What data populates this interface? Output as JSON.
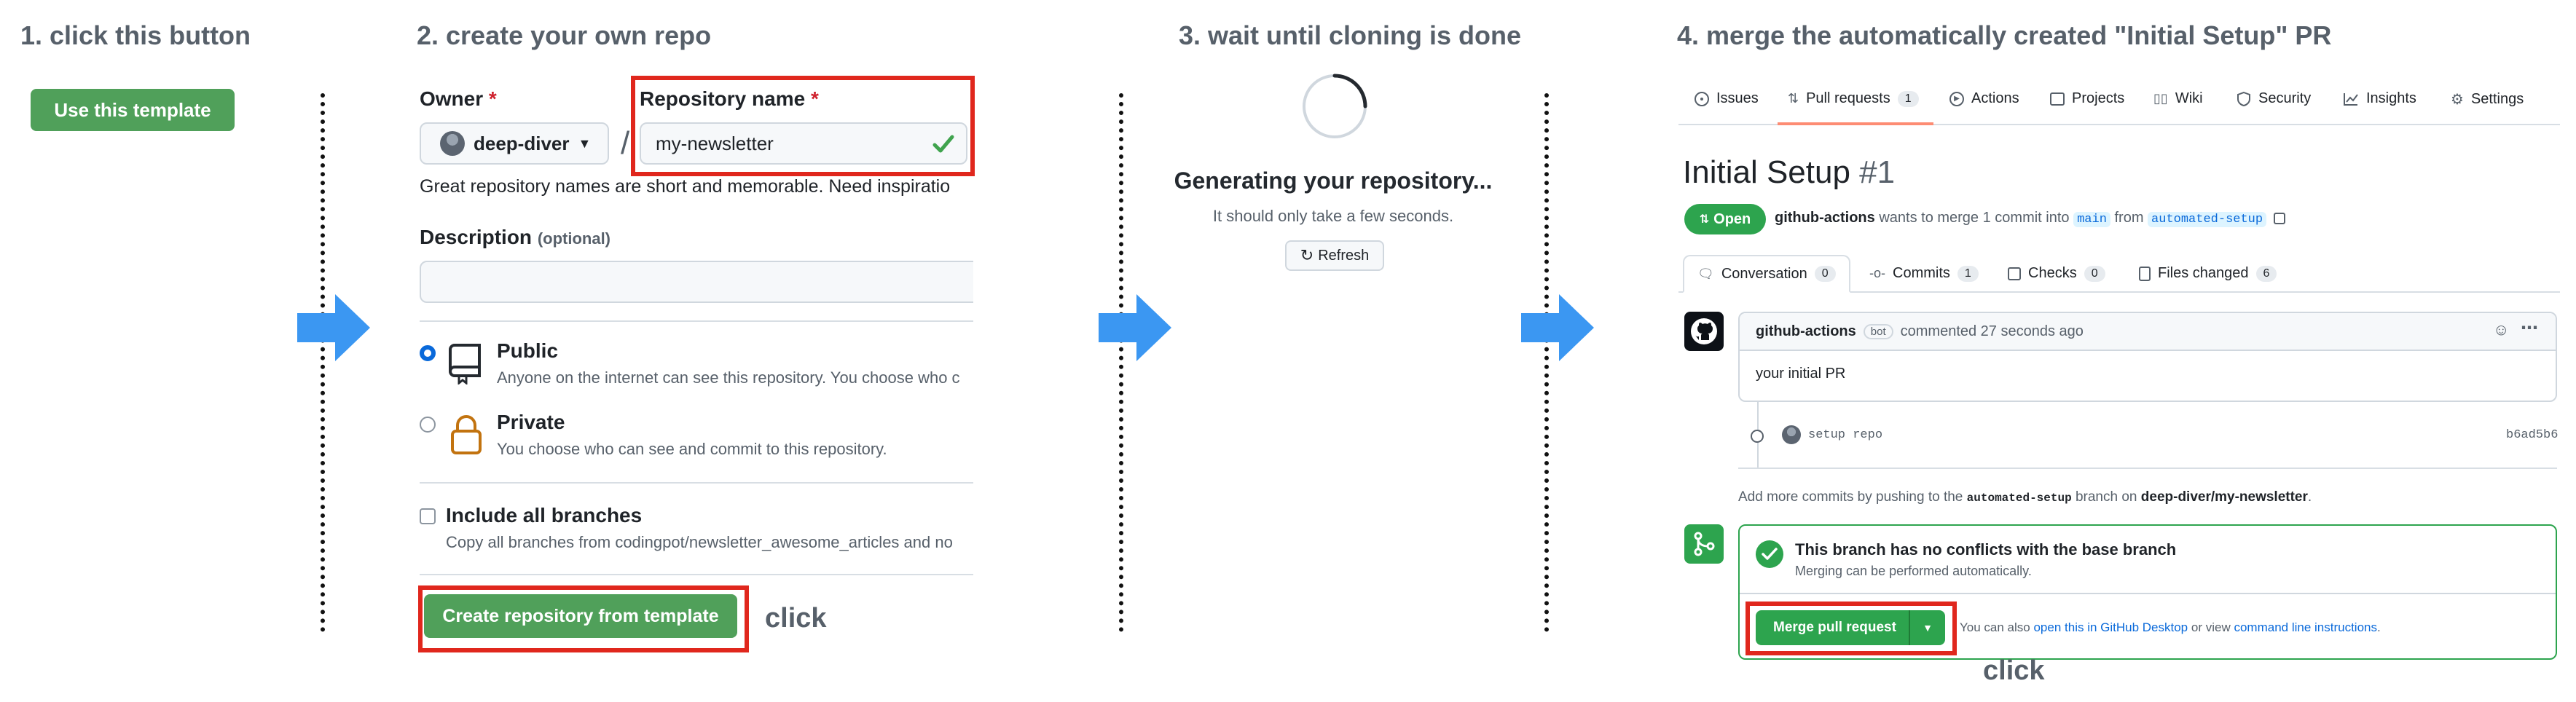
{
  "colors": {
    "accent_green": "#50a05a",
    "red_box": "#e0271d",
    "arrow_blue": "#3b97f2",
    "link_blue": "#0969da",
    "required_red": "#cf222e"
  },
  "steps": [
    {
      "title": "1. click this button"
    },
    {
      "title": "2. create your own repo"
    },
    {
      "title": "3. wait until cloning is done"
    },
    {
      "title": "4. merge the automatically created \"Initial Setup\" PR"
    }
  ],
  "step1": {
    "button_label": "Use this template"
  },
  "step2": {
    "owner_label": "Owner",
    "required_mark": "*",
    "owner_value": "deep-diver",
    "slash": "/",
    "repo_label": "Repository name",
    "repo_value": "my-newsletter",
    "repo_hint": "Great repository names are short and memorable. Need inspiratio",
    "description_label": "Description",
    "description_optional": "(optional)",
    "public_label": "Public",
    "public_desc": "Anyone on the internet can see this repository. You choose who c",
    "private_label": "Private",
    "private_desc": "You choose who can see and commit to this repository.",
    "branches_label": "Include all branches",
    "branches_desc": "Copy all branches from codingpot/newsletter_awesome_articles and no",
    "create_button": "Create repository from template",
    "click_label": "click"
  },
  "step3": {
    "generating_title": "Generating your repository...",
    "generating_sub": "It should only take a few seconds.",
    "refresh_button": "Refresh"
  },
  "step4": {
    "repo_tabs": [
      {
        "label": "Issues",
        "icon": "issue-icon",
        "count": ""
      },
      {
        "label": "Pull requests",
        "icon": "pull-request-icon",
        "count": "1"
      },
      {
        "label": "Actions",
        "icon": "play-icon",
        "count": ""
      },
      {
        "label": "Projects",
        "icon": "table-icon",
        "count": ""
      },
      {
        "label": "Wiki",
        "icon": "book-icon",
        "count": ""
      },
      {
        "label": "Security",
        "icon": "shield-icon",
        "count": ""
      },
      {
        "label": "Insights",
        "icon": "graph-icon",
        "count": ""
      },
      {
        "label": "Settings",
        "icon": "gear-icon",
        "count": ""
      }
    ],
    "pr_title": "Initial Setup",
    "pr_number": "#1",
    "state_badge": "Open",
    "merge_author": "github-actions",
    "merge_text": "wants to merge 1 commit into",
    "base_branch": "main",
    "from_word": "from",
    "head_branch": "automated-setup",
    "pr_tabs": [
      {
        "label": "Conversation",
        "count": "0"
      },
      {
        "label": "Commits",
        "count": "1"
      },
      {
        "label": "Checks",
        "count": "0"
      },
      {
        "label": "Files changed",
        "count": "6"
      }
    ],
    "comment_author": "github-actions",
    "bot_badge": "bot",
    "comment_time": "commented 27 seconds ago",
    "comment_body": "your initial PR",
    "commit_message": "setup repo",
    "commit_sha": "b6ad5b6",
    "add_commits_prefix": "Add more commits by pushing to the",
    "add_commits_branch": "automated-setup",
    "add_commits_mid": "branch on",
    "add_commits_repo": "deep-diver/my-newsletter",
    "add_commits_end": ".",
    "merge_status_title": "This branch has no conflicts with the base branch",
    "merge_status_sub": "Merging can be performed automatically.",
    "merge_button": "Merge pull request",
    "also_text": "You can also",
    "desktop_link": "open this in GitHub Desktop",
    "or_view": "or view",
    "cli_link": "command line instructions",
    "period": ".",
    "click_label": "click"
  }
}
